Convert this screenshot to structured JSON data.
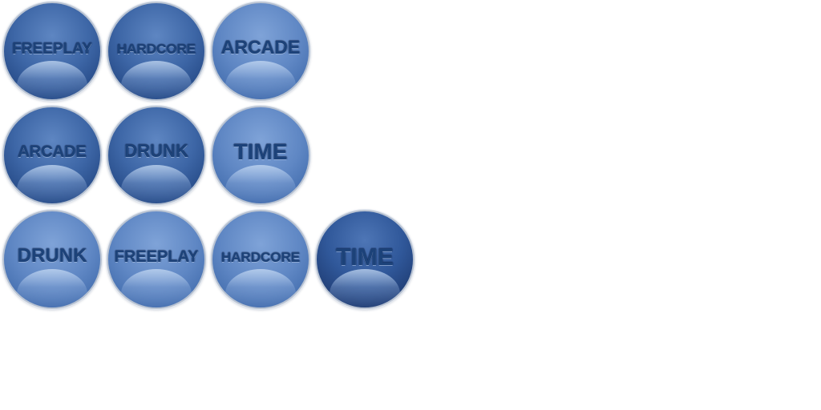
{
  "buttons": [
    {
      "label": "FREEPLAY",
      "variant": "dark"
    },
    {
      "label": "HARDCORE",
      "variant": "dark"
    },
    {
      "label": "ARCADE",
      "variant": "light"
    },
    {
      "label": "ARCADE",
      "variant": "dark"
    },
    {
      "label": "DRUNK",
      "variant": "dark"
    },
    {
      "label": "TIME",
      "variant": "light"
    },
    {
      "label": "DRUNK",
      "variant": "light"
    },
    {
      "label": "FREEPLAY",
      "variant": "light"
    },
    {
      "label": "HARDCORE",
      "variant": "light"
    },
    {
      "label": "TIME",
      "variant": "deep"
    }
  ],
  "colors": {
    "label_text": "#1c4279",
    "orb_dark": "#284d8a",
    "orb_light": "#4670b0",
    "orb_deep": "#213f77",
    "rim": "#b9c3d2",
    "background": "#ffffff"
  }
}
